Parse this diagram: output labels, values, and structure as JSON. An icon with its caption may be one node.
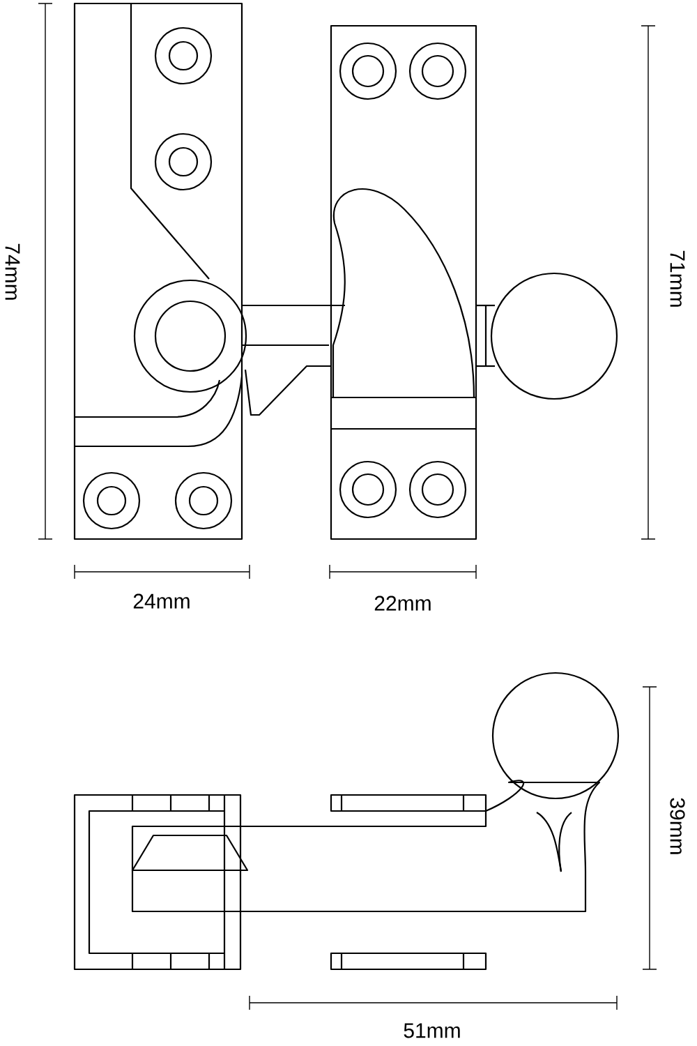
{
  "diagram": {
    "labels": [
      "74mm",
      "71mm",
      "24mm",
      "22mm",
      "39mm",
      "51mm"
    ]
  }
}
